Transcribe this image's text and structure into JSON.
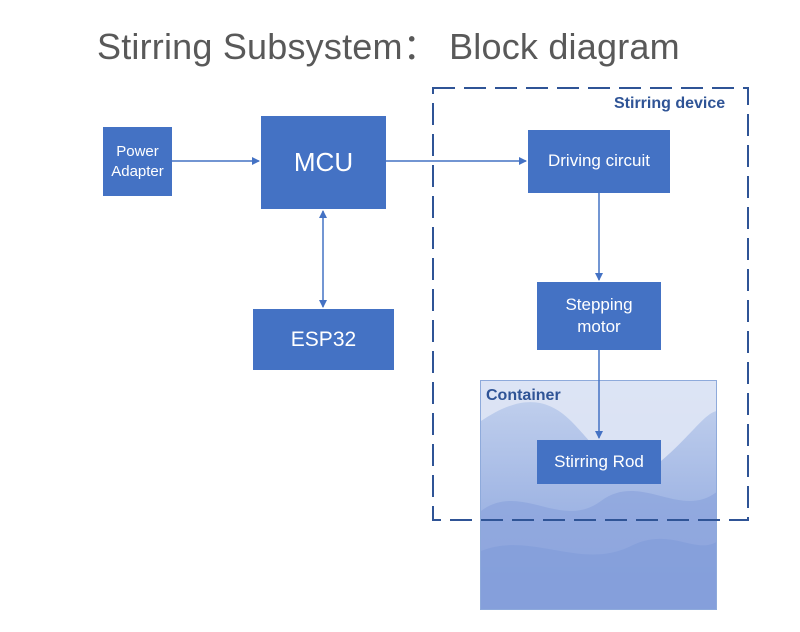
{
  "title": "Stirring Subsystem：  Block diagram",
  "blocks": {
    "power_adapter": [
      "Power",
      "Adapter"
    ],
    "mcu": "MCU",
    "esp32": "ESP32",
    "driving_circuit": "Driving circuit",
    "stepping_motor": [
      "Stepping",
      "motor"
    ],
    "stirring_rod": "Stirring Rod"
  },
  "groups": {
    "stirring_device": "Stirring device",
    "container": "Container"
  },
  "colors": {
    "block_fill": "#4472c4",
    "block_text": "#ffffff",
    "title_text": "#595959",
    "group_label": "#2f5496",
    "dashed_border": "#2f5496",
    "arrow": "#4472c4",
    "container_fill": "#9db3e3"
  },
  "connections": [
    {
      "from": "power_adapter",
      "to": "mcu",
      "direction": "forward"
    },
    {
      "from": "mcu",
      "to": "esp32",
      "direction": "bidirectional"
    },
    {
      "from": "mcu",
      "to": "driving_circuit",
      "direction": "forward"
    },
    {
      "from": "driving_circuit",
      "to": "stepping_motor",
      "direction": "forward"
    },
    {
      "from": "stepping_motor",
      "to": "stirring_rod",
      "direction": "forward"
    }
  ]
}
